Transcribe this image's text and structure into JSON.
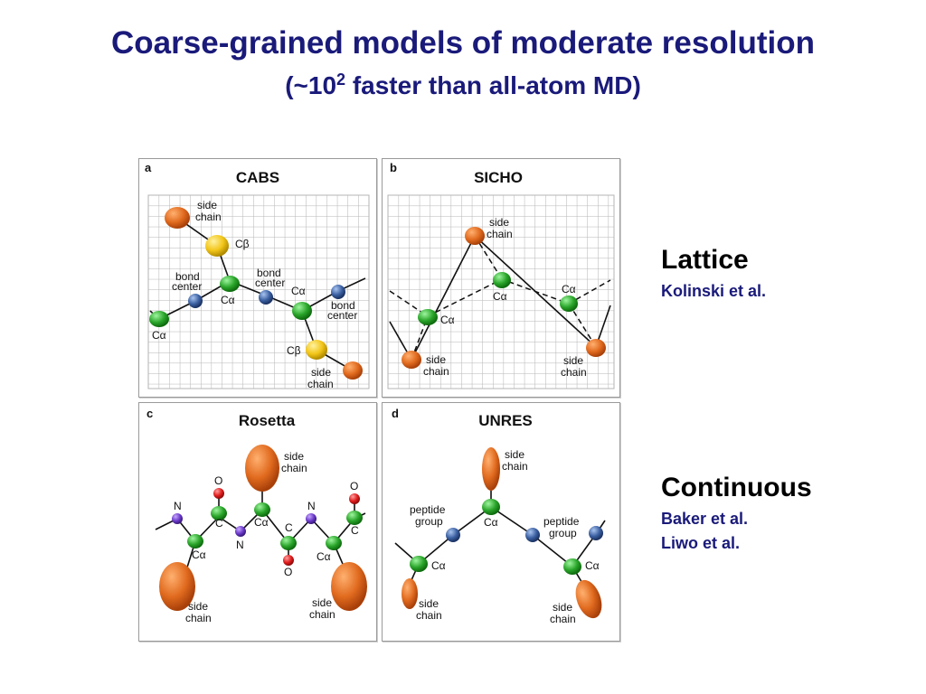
{
  "slide": {
    "title": "Coarse-grained models of moderate resolution",
    "subtitle_prefix": "(~10",
    "subtitle_exponent": "2",
    "subtitle_suffix": " faster than all-atom MD)"
  },
  "panels": {
    "a": {
      "letter": "a",
      "title": "CABS",
      "labels": {
        "side_chain_1": [
          "side",
          "chain"
        ],
        "cb_1": "Cβ",
        "bond_center_1": [
          "bond",
          "center"
        ],
        "ca_1": "Cα",
        "bond_center_2": [
          "bond",
          "center"
        ],
        "ca_2": "Cα",
        "bond_center_3": [
          "bond",
          "center"
        ],
        "ca_3": "Cα",
        "cb_2": "Cβ",
        "side_chain_2": [
          "side",
          "chain"
        ]
      }
    },
    "b": {
      "letter": "b",
      "title": "SICHO",
      "labels": {
        "side_chain_top": [
          "side",
          "chain"
        ],
        "ca_top": "Cα",
        "ca_right": "Cα",
        "ca_left": "Cα",
        "side_chain_left": [
          "side",
          "chain"
        ],
        "side_chain_right": [
          "side",
          "chain"
        ]
      }
    },
    "c": {
      "letter": "c",
      "title": "Rosetta",
      "labels": {
        "side_chain_top": [
          "side",
          "chain"
        ],
        "o_1": "O",
        "c_1": "C",
        "n_1": "N",
        "ca_1": "Cα",
        "n_2": "N",
        "ca_mid": "Cα",
        "c_2": "C",
        "o_2": "O",
        "n_3": "N",
        "ca_2": "Cα",
        "o_3": "O",
        "c_3": "C",
        "side_chain_left": [
          "side",
          "chain"
        ],
        "side_chain_right": [
          "side",
          "chain"
        ]
      }
    },
    "d": {
      "letter": "d",
      "title": "UNRES",
      "labels": {
        "side_chain_top": [
          "side",
          "chain"
        ],
        "ca_top": "Cα",
        "peptide_group_1": [
          "peptide",
          "group"
        ],
        "peptide_group_2": [
          "peptide",
          "group"
        ],
        "ca_left": "Cα",
        "ca_right": "Cα",
        "side_chain_left": [
          "side",
          "chain"
        ],
        "side_chain_right": [
          "side",
          "chain"
        ]
      }
    }
  },
  "categories": {
    "lattice": {
      "heading": "Lattice",
      "refs": [
        "Kolinski et al."
      ]
    },
    "continuous": {
      "heading": "Continuous",
      "refs": [
        "Baker et al.",
        "Liwo et al."
      ]
    }
  },
  "colors": {
    "title": "#1a1a7a",
    "side_chain": "#e06a1e",
    "c_alpha": "#2aa52a",
    "c_beta": "#f2c518",
    "bond_center": "#3a5fa0",
    "nitrogen": "#6a3ac8",
    "oxygen": "#e01c1c",
    "grid": "#b4b4b4"
  }
}
